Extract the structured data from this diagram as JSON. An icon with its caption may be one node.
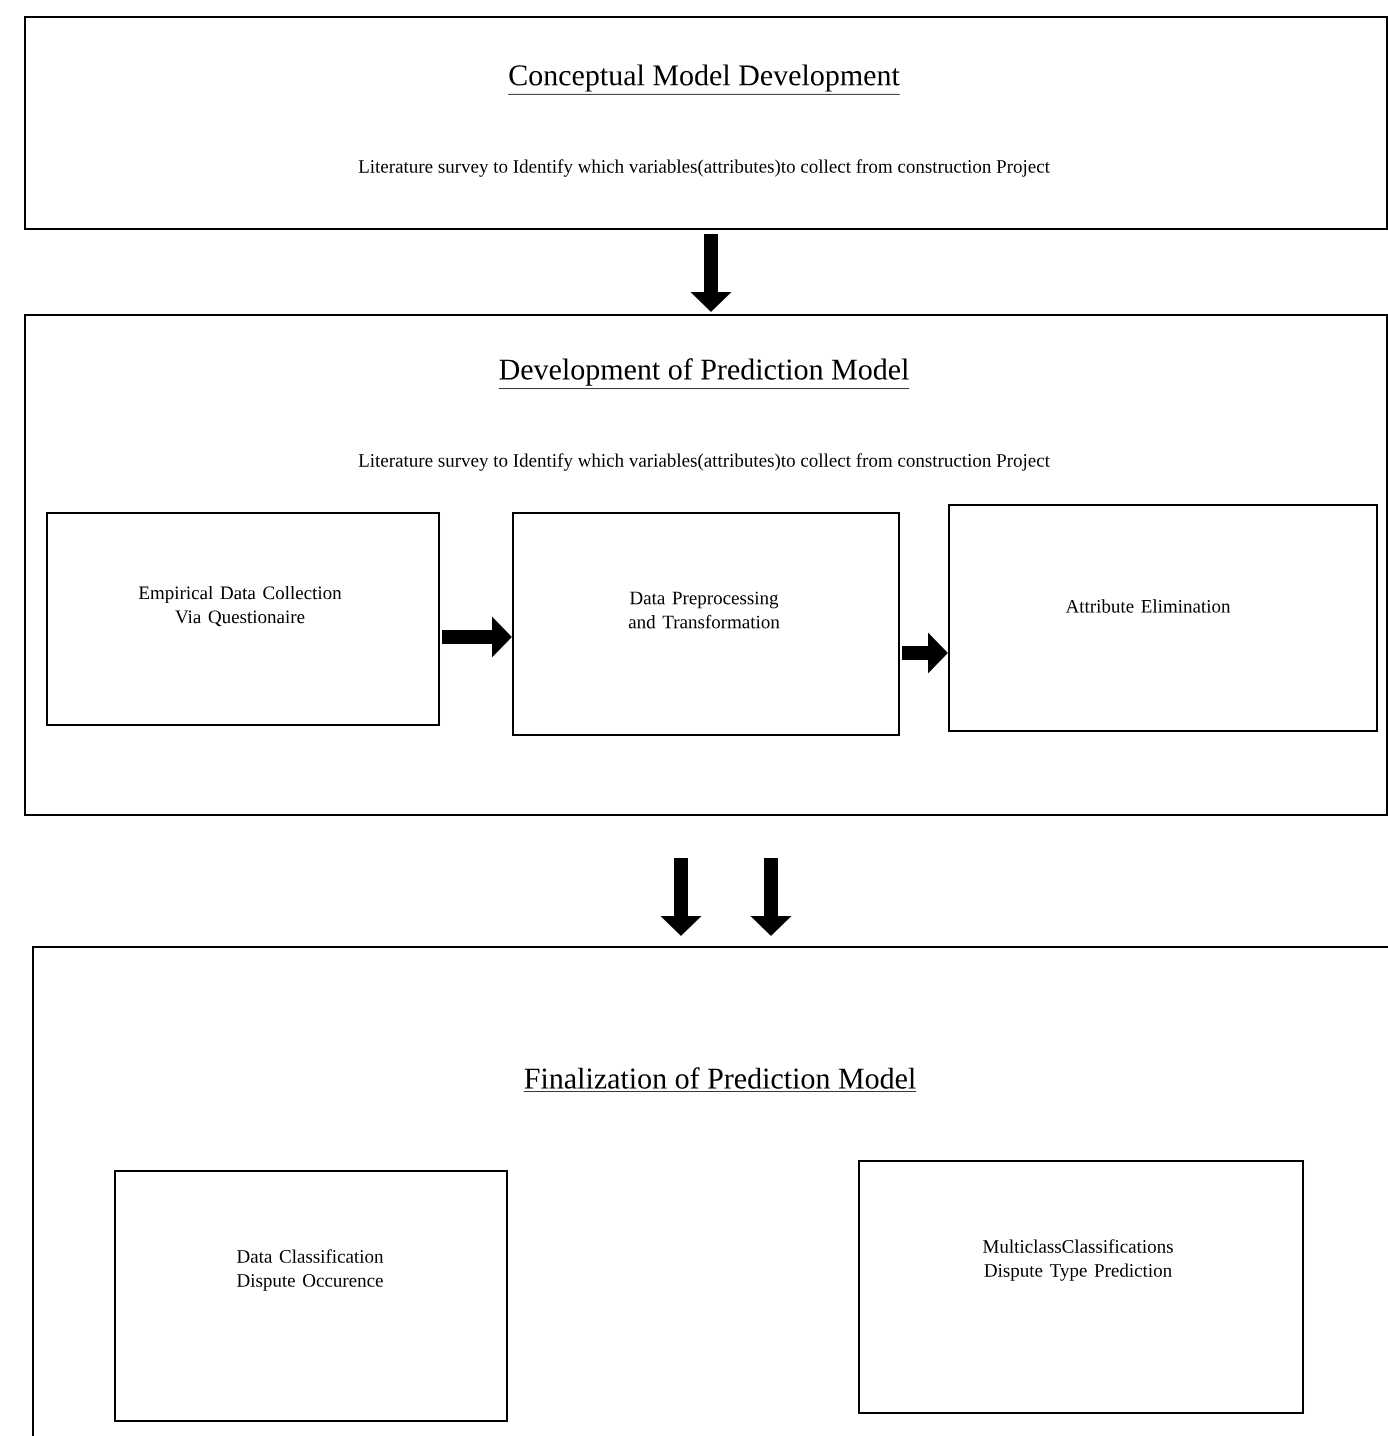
{
  "diagram": {
    "nodes": [
      {
        "text": [
          "Conceptual Model Development",
          "Literature survey to Identify which variables(attributes)to collect from construction Project"
        ]
      },
      {
        "text": [
          "Development of Prediction Model",
          "Literature survey to Identify which variables(attributes)to collect from construction Project"
        ]
      },
      {
        "text": [
          "Empirical Data Collection Via Questionaire"
        ],
        "in": 1
      },
      {
        "text": [
          "Data Preprocessing and Transformation"
        ],
        "in": 1
      },
      {
        "text": [
          "Attribute Elimination"
        ],
        "in": 1
      },
      {
        "text": [
          "Finalization of Prediction Model"
        ]
      },
      {
        "text": [
          "Data Classification Dispute Occurence"
        ],
        "in": 5
      },
      {
        "text": [
          "MulticlassClassifications Dispute Type Prediction"
        ],
        "in": 5
      }
    ],
    "edges": [
      {
        "from": 0,
        "to": 1,
        "arrow": "to"
      },
      {
        "from": 2,
        "to": 3,
        "arrow": "to"
      },
      {
        "from": 3,
        "to": 4,
        "arrow": "to"
      },
      {
        "from": 1,
        "to": 5,
        "arrow": "to"
      },
      {
        "from": 1,
        "to": 5,
        "arrow": "to"
      }
    ]
  }
}
